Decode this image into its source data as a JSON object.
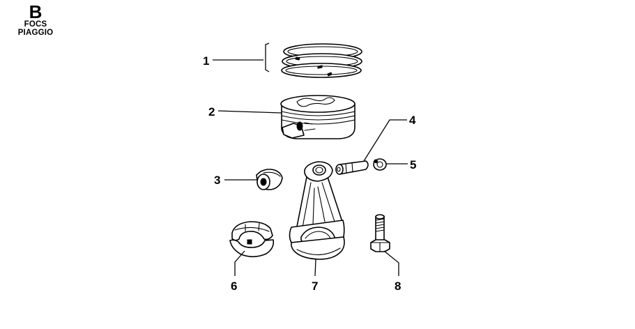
{
  "header": {
    "letter": "B",
    "line1": "FOCS",
    "line2": "PIAGGIO"
  },
  "parts": [
    {
      "number": "1",
      "icon": "piston-rings-icon"
    },
    {
      "number": "2",
      "icon": "piston-icon"
    },
    {
      "number": "3",
      "icon": "small-end-bushing-icon"
    },
    {
      "number": "4",
      "icon": "piston-pin-icon"
    },
    {
      "number": "5",
      "icon": "circlip-icon"
    },
    {
      "number": "6",
      "icon": "big-end-bearing-shells-icon"
    },
    {
      "number": "7",
      "icon": "connecting-rod-icon"
    },
    {
      "number": "8",
      "icon": "rod-bolt-icon"
    }
  ]
}
